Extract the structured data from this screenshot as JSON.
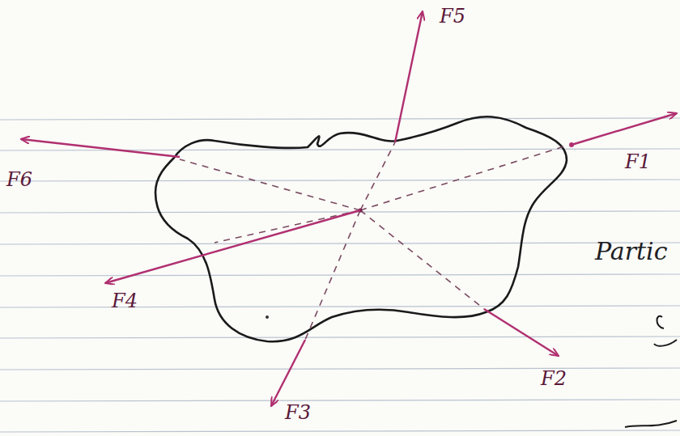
{
  "diagram": {
    "labels": [
      "F5",
      "F1",
      "F6",
      "F4",
      "F3",
      "F2",
      "Partic"
    ]
  }
}
